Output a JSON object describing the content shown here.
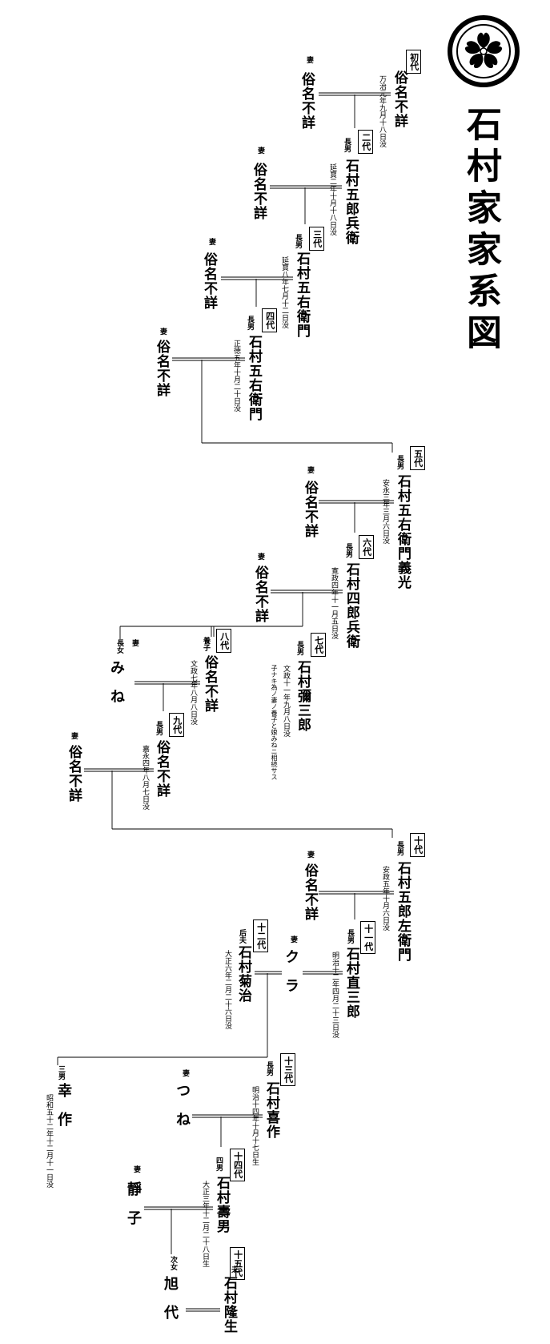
{
  "title": "石村家家系図",
  "nodes": [
    {
      "gen": "初代",
      "name": "俗名不詳",
      "date": "万治元年九月十八日没"
    },
    {
      "rel": "妻",
      "name": "俗名不詳"
    },
    {
      "gen": "二代",
      "rel": "長男",
      "name": "石村五郎兵衛",
      "date": "延寶二年十月十八日没"
    },
    {
      "rel": "妻",
      "name": "俗名不詳"
    },
    {
      "gen": "三代",
      "rel": "長男",
      "name": "石村五右衛門",
      "date": "延寶八年七月十二日没"
    },
    {
      "rel": "妻",
      "name": "俗名不詳"
    },
    {
      "gen": "四代",
      "rel": "長男",
      "name": "石村五右衛門",
      "date": "正徳五年十月二十日没"
    },
    {
      "rel": "妻",
      "name": "俗名不詳"
    },
    {
      "gen": "五代",
      "rel": "長男",
      "name": "石村五右衛門義光",
      "date": "安永三年三月六日没"
    },
    {
      "rel": "妻",
      "name": "俗名不詳"
    },
    {
      "gen": "六代",
      "rel": "長男",
      "name": "石村四郎兵衛",
      "date": "寛政四年十一月五日没"
    },
    {
      "rel": "妻",
      "name": "俗名不詳"
    },
    {
      "gen": "七代",
      "rel": "長男",
      "name": "石村彌三郎",
      "date": "文政十一年九月八日没",
      "note": "子ナキ為ノ妻ノ養子と娘みねニ相続サス"
    },
    {
      "gen": "八代",
      "rel": "養子",
      "name": "俗名不詳",
      "date": "文政七年八月八日没"
    },
    {
      "rel": "長女",
      "name": "みね"
    },
    {
      "rel": "妻",
      "name": "みね"
    },
    {
      "gen": "九代",
      "rel": "長男",
      "name": "俗名不詳",
      "date": "嘉永四年八月七日没"
    },
    {
      "rel": "妻",
      "name": "俗名不詳"
    },
    {
      "gen": "十代",
      "rel": "長男",
      "name": "石村五郎左衛門",
      "date": "安政五年十月六日没"
    },
    {
      "rel": "妻",
      "name": "俗名不詳"
    },
    {
      "gen": "十一代",
      "rel": "長男",
      "name": "石村直三郎",
      "date": "明治十二年四月二十三日没"
    },
    {
      "rel": "妻",
      "name": "クラ"
    },
    {
      "gen": "十二代",
      "rel": "后夫",
      "name": "石村菊治",
      "date": "大正六年二月二十六日没"
    },
    {
      "gen": "十三代",
      "rel": "長男",
      "name": "石村喜作",
      "date": "明治十四年十月十七日生"
    },
    {
      "rel": "三男",
      "name": "幸作",
      "date": "昭和五十二年十二月十一日没"
    },
    {
      "rel": "妻",
      "name": "つね"
    },
    {
      "gen": "十四代",
      "rel": "四男",
      "name": "石村壽男",
      "date": "大正三年十二月二十八日生"
    },
    {
      "rel": "妻",
      "name": "靜子"
    },
    {
      "rel": "次女",
      "name": "旭代"
    },
    {
      "gen": "十五代",
      "rel": "夫",
      "name": "石村隆生"
    }
  ],
  "colors": {
    "ink": "#000000",
    "paper": "#ffffff"
  },
  "crest_icon": "kamon-five-petal-flower-icon"
}
